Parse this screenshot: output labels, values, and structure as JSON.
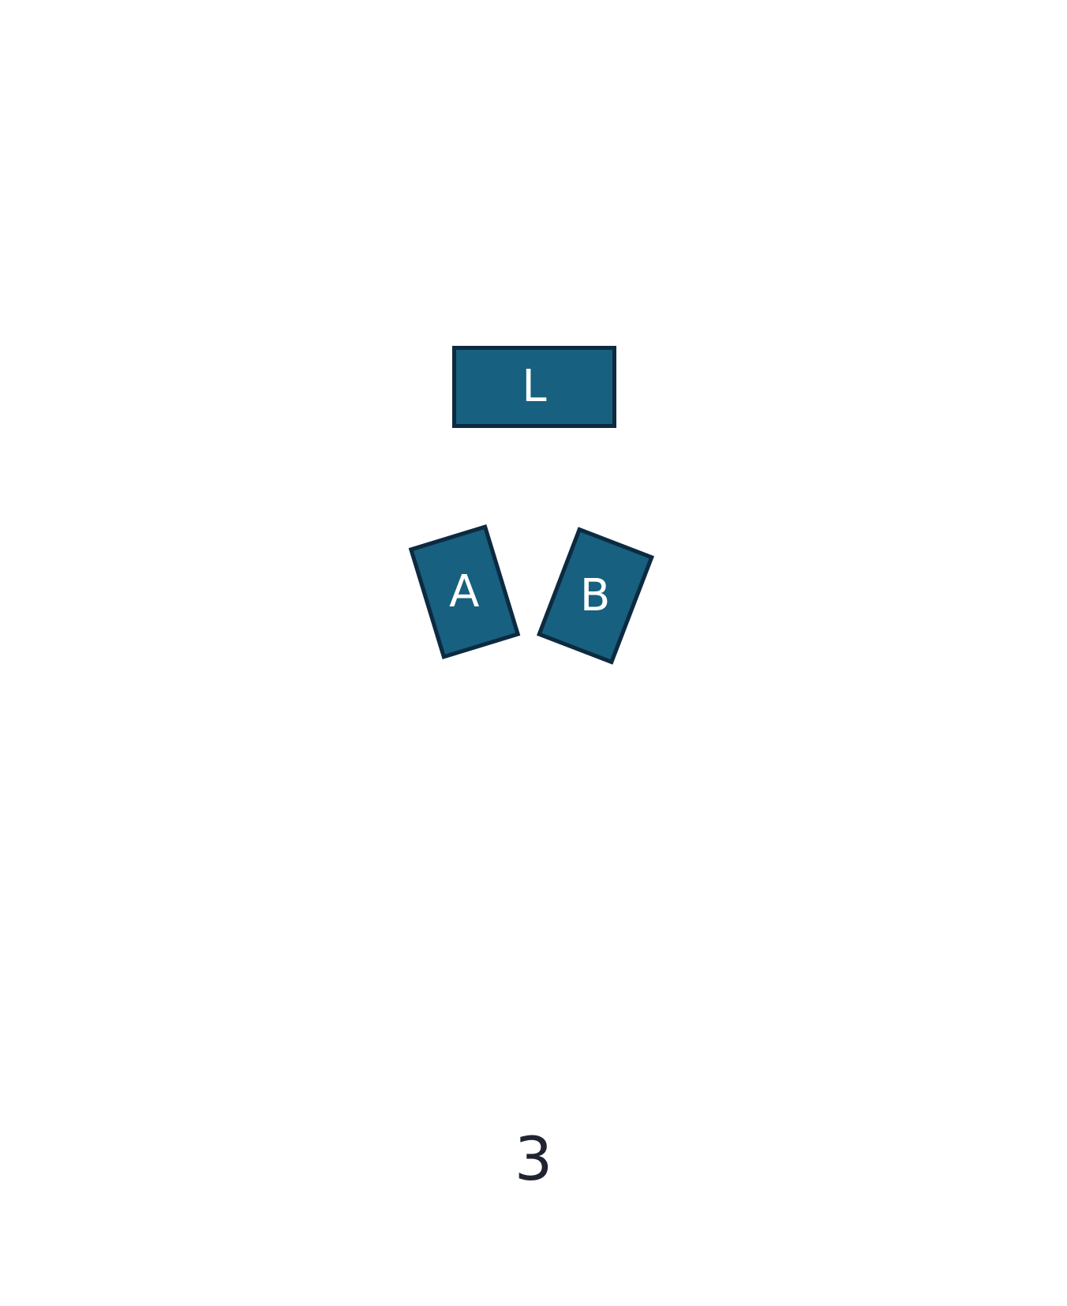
{
  "colors": {
    "background": "#ffffff",
    "tile_fill": "#17607f",
    "tile_border": "#0d2a40",
    "tile_text": "#ffffff",
    "number_text": "#1f2430"
  },
  "tiles": [
    {
      "label": "L"
    },
    {
      "label": "A"
    },
    {
      "label": "B"
    }
  ],
  "page_number": "3"
}
